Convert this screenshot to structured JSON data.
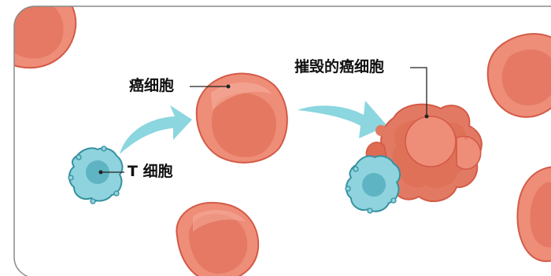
{
  "labels": {
    "cancer_cell": "癌细胞",
    "t_cell": "T 细胞",
    "destroyed_cancer_cell": "摧毁的癌细胞"
  },
  "colors": {
    "cancer_fill": "#ee8d78",
    "cancer_inner": "#df6a52",
    "cancer_outline": "#d35a47",
    "cancer_highlight": "#f7b2a2",
    "t_cell_fill": "#8fd3de",
    "t_cell_nucleus": "#4da9b8",
    "t_cell_outline": "#36919f",
    "arrow": "#8bd6df",
    "frame": "#8a8a8a",
    "text": "#111111"
  }
}
